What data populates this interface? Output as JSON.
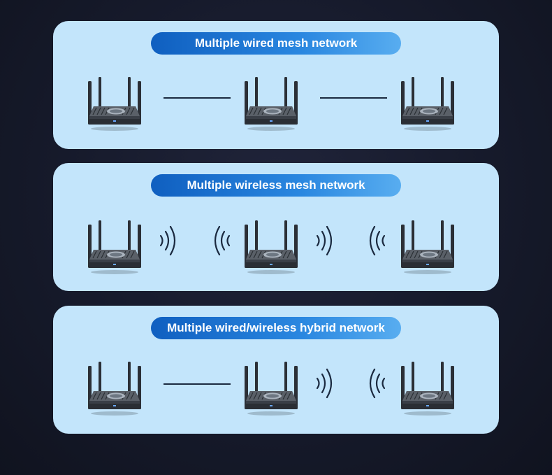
{
  "panels": [
    {
      "title": "Multiple wired mesh network",
      "links": [
        "wired",
        "wired"
      ]
    },
    {
      "title": "Multiple wireless mesh network",
      "links": [
        "wireless",
        "wireless"
      ]
    },
    {
      "title": "Multiple wired/wireless hybrid network",
      "links": [
        "wired",
        "wireless"
      ]
    }
  ],
  "icons": {
    "device": "router-icon",
    "wireless": "wireless-signal-icon",
    "wired": "ethernet-line"
  },
  "colors": {
    "background": "#161a2b",
    "panel": "#c3e5fb",
    "pill_start": "#0f5fc0",
    "pill_end": "#58adf0",
    "wire": "#1b2a40"
  }
}
